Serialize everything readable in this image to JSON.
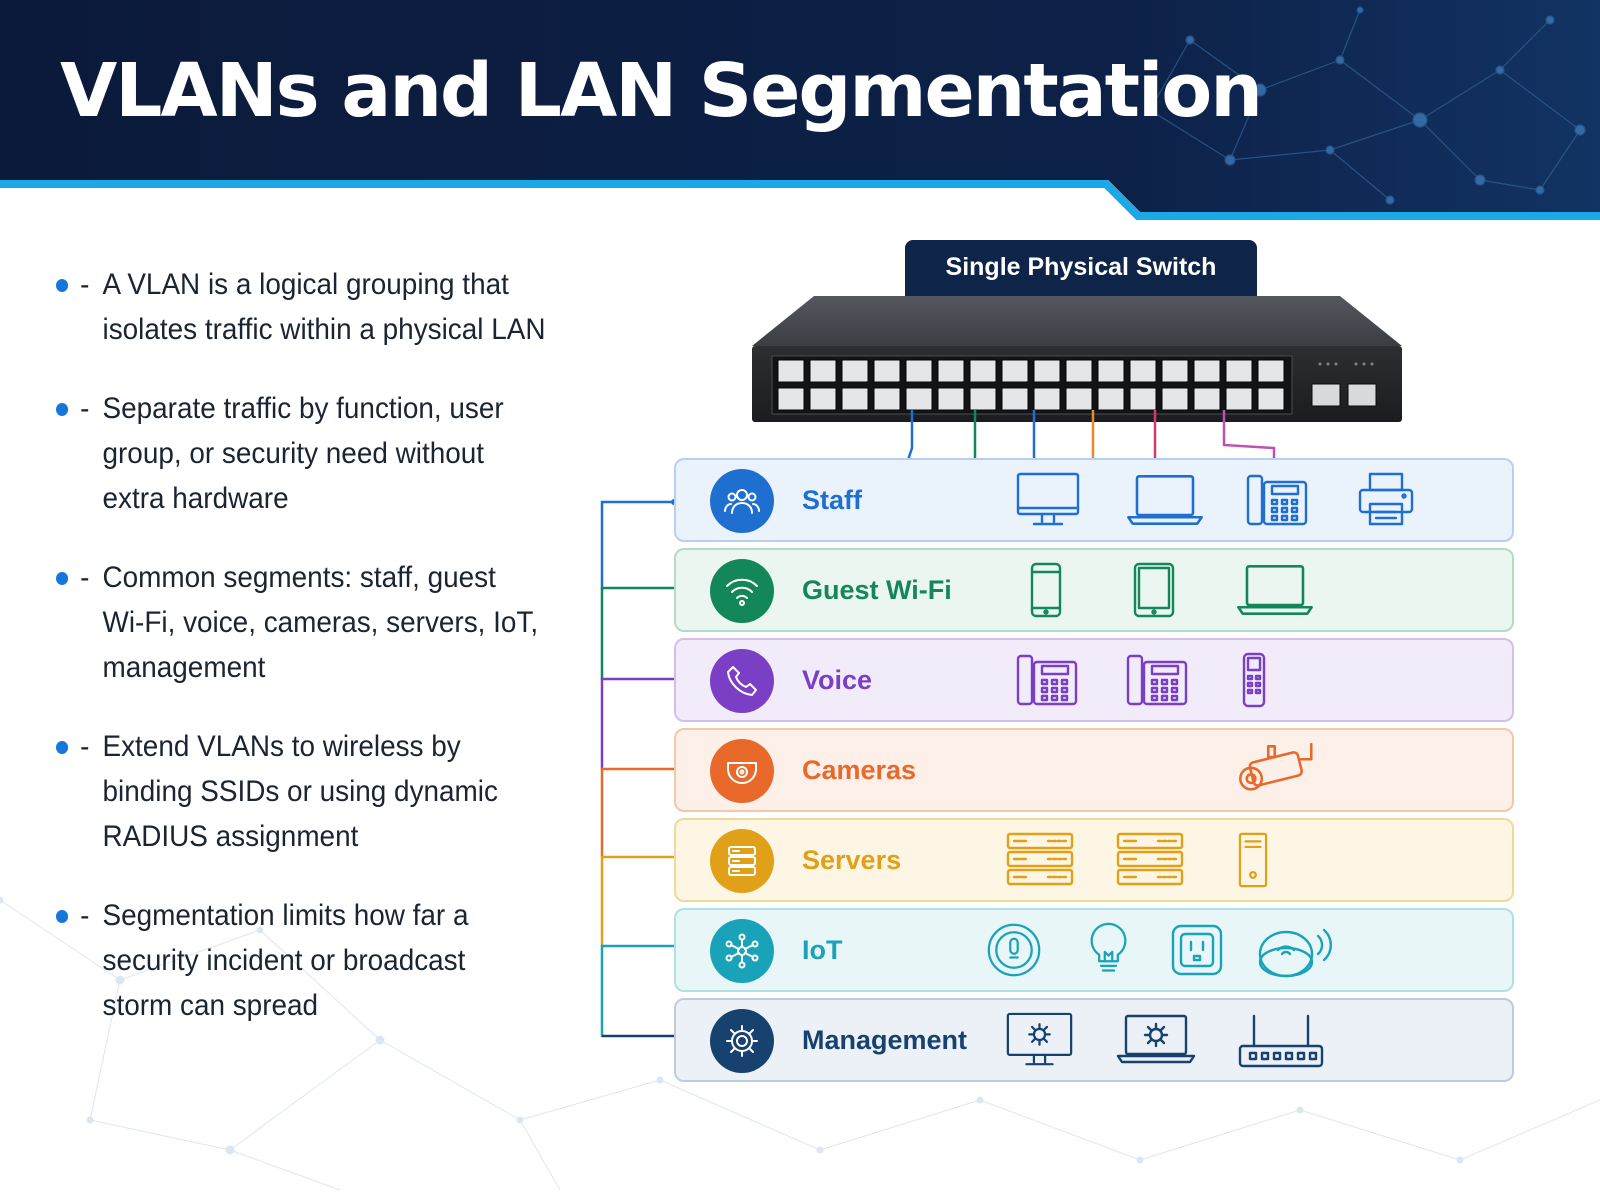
{
  "title": "VLANs and LAN Segmentation",
  "bullets": [
    {
      "marker": "-",
      "lines": [
        "A VLAN is a logical grouping that",
        "isolates traffic within a physical LAN"
      ]
    },
    {
      "marker": "-",
      "lines": [
        "Separate traffic by function, user",
        "group, or security need without",
        "extra hardware"
      ]
    },
    {
      "marker": "-",
      "lines": [
        "Common segments: staff, guest",
        "Wi-Fi, voice, cameras, servers, IoT,",
        "management"
      ]
    },
    {
      "marker": "-",
      "lines": [
        "Extend VLANs to wireless by",
        "binding SSIDs or using dynamic",
        "RADIUS assignment"
      ]
    },
    {
      "marker": "-",
      "lines": [
        "Segmentation limits how far a",
        "security incident or broadcast",
        "storm can spread"
      ]
    }
  ],
  "switch": {
    "label": "Single Physical Switch"
  },
  "vlans": [
    {
      "name": "Staff",
      "color": "#1f6fd1",
      "bg": "#eaf2fc",
      "border": "#b6d0f0",
      "icon": "users-icon",
      "devices": [
        "desktop-monitor-icon",
        "laptop-icon",
        "desk-phone-icon",
        "printer-icon"
      ]
    },
    {
      "name": "Guest Wi-Fi",
      "color": "#14875a",
      "bg": "#eaf6ef",
      "border": "#b3dcc4",
      "icon": "wifi-icon",
      "devices": [
        "smartphone-icon",
        "tablet-icon",
        "laptop-icon"
      ]
    },
    {
      "name": "Voice",
      "color": "#7a3fc4",
      "bg": "#f2ecfa",
      "border": "#d2bfec",
      "icon": "phone-handset-icon",
      "devices": [
        "desk-phone-icon",
        "desk-phone-icon",
        "cordless-phone-icon"
      ]
    },
    {
      "name": "Cameras",
      "color": "#e8692a",
      "bg": "#fdf0e8",
      "border": "#f3c8a8",
      "icon": "dome-camera-icon",
      "devices": [
        "dome-camera-icon",
        "dome-camera-icon",
        "bullet-camera-icon"
      ]
    },
    {
      "name": "Servers",
      "color": "#e0a018",
      "bg": "#fdf6e4",
      "border": "#f1d99a",
      "icon": "server-stack-icon",
      "devices": [
        "rack-server-icon",
        "rack-server-icon",
        "tower-server-icon"
      ]
    },
    {
      "name": "IoT",
      "color": "#1aa3b8",
      "bg": "#e8f6f8",
      "border": "#b0dfe6",
      "icon": "iot-hub-icon",
      "devices": [
        "thermostat-icon",
        "lightbulb-icon",
        "smart-plug-icon",
        "wireless-sensor-icon"
      ]
    },
    {
      "name": "Management",
      "color": "#17416e",
      "bg": "#ecf1f7",
      "border": "#bccbde",
      "icon": "gear-icon",
      "devices": [
        "monitor-gear-icon",
        "laptop-gear-icon",
        "router-icon"
      ]
    }
  ]
}
